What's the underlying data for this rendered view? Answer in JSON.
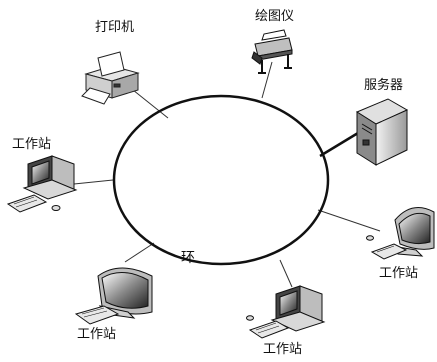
{
  "ring": {
    "label": "环"
  },
  "devices": {
    "printer": {
      "label": "打印机"
    },
    "plotter": {
      "label": "绘图仪"
    },
    "server": {
      "label": "服务器"
    },
    "workstation_left": {
      "label": "工作站"
    },
    "workstation_right": {
      "label": "工作站"
    },
    "workstation_bottom_left": {
      "label": "工作站"
    },
    "workstation_bottom_right": {
      "label": "工作站"
    }
  }
}
